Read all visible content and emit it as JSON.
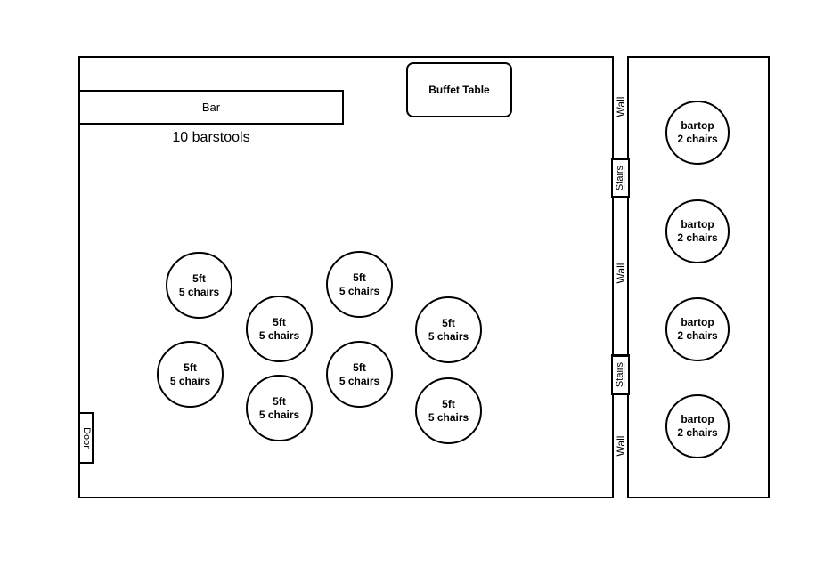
{
  "colors": {
    "line": "#000000",
    "background": "#ffffff"
  },
  "room": {
    "bar": {
      "label": "Bar",
      "note": "10 barstools"
    },
    "buffet_table": {
      "label": "Buffet Table"
    },
    "door": {
      "label": "Door"
    },
    "wall_labels": [
      "Wall",
      "Wall",
      "Wall"
    ],
    "stairs": [
      "Stairs",
      "Stairs"
    ],
    "round_tables": [
      {
        "line1": "5ft",
        "line2": "5 chairs"
      },
      {
        "line1": "5ft",
        "line2": "5 chairs"
      },
      {
        "line1": "5ft",
        "line2": "5 chairs"
      },
      {
        "line1": "5ft",
        "line2": "5 chairs"
      },
      {
        "line1": "5ft",
        "line2": "5 chairs"
      },
      {
        "line1": "5ft",
        "line2": "5 chairs"
      },
      {
        "line1": "5ft",
        "line2": "5 chairs"
      },
      {
        "line1": "5ft",
        "line2": "5 chairs"
      }
    ],
    "bartop_tables": [
      {
        "line1": "bartop",
        "line2": "2 chairs"
      },
      {
        "line1": "bartop",
        "line2": "2 chairs"
      },
      {
        "line1": "bartop",
        "line2": "2 chairs"
      },
      {
        "line1": "bartop",
        "line2": "2 chairs"
      }
    ]
  }
}
